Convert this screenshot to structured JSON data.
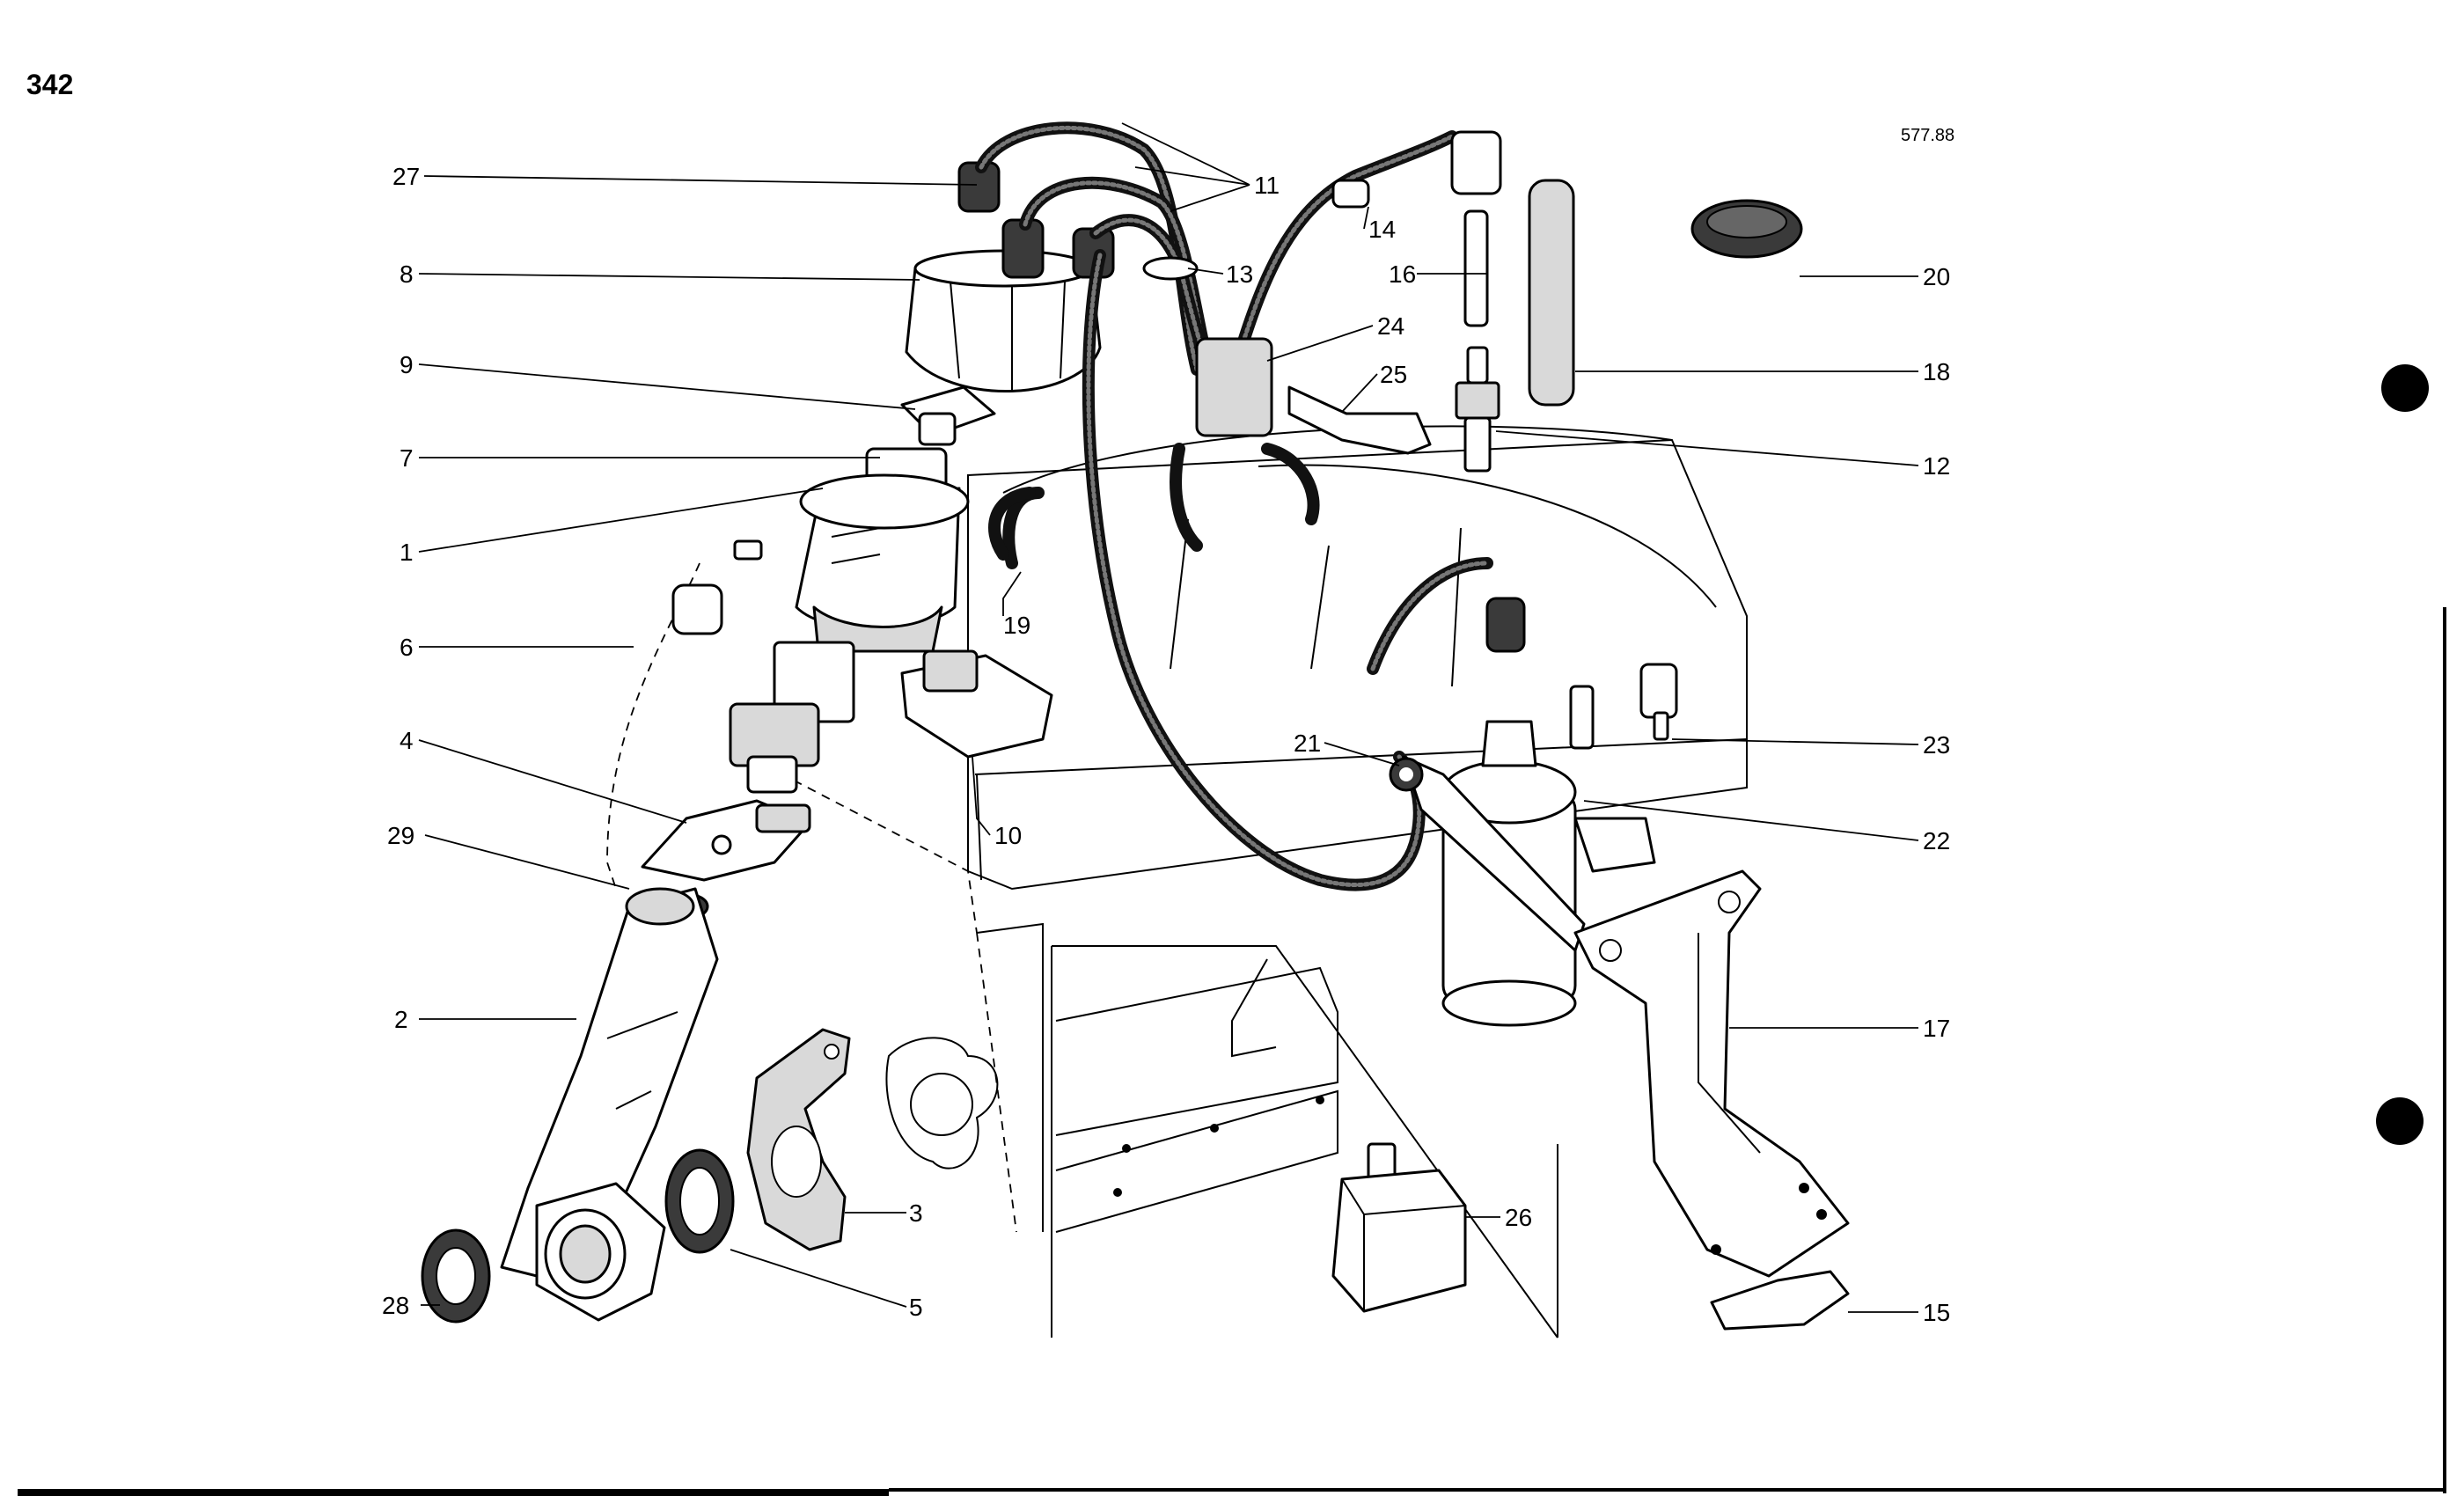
{
  "page_number": "342",
  "reference_code": "577.88",
  "callouts": [
    {
      "id": "27",
      "text": "27"
    },
    {
      "id": "8",
      "text": "8"
    },
    {
      "id": "9",
      "text": "9"
    },
    {
      "id": "7",
      "text": "7"
    },
    {
      "id": "1",
      "text": "1"
    },
    {
      "id": "6",
      "text": "6"
    },
    {
      "id": "4",
      "text": "4"
    },
    {
      "id": "29",
      "text": "29"
    },
    {
      "id": "2",
      "text": "2"
    },
    {
      "id": "28",
      "text": "28"
    },
    {
      "id": "11",
      "text": "11"
    },
    {
      "id": "13",
      "text": "13"
    },
    {
      "id": "14",
      "text": "14"
    },
    {
      "id": "16",
      "text": "16"
    },
    {
      "id": "24",
      "text": "24"
    },
    {
      "id": "25",
      "text": "25"
    },
    {
      "id": "19",
      "text": "19"
    },
    {
      "id": "10",
      "text": "10"
    },
    {
      "id": "21",
      "text": "21"
    },
    {
      "id": "20",
      "text": "20"
    },
    {
      "id": "18",
      "text": "18"
    },
    {
      "id": "12",
      "text": "12"
    },
    {
      "id": "23",
      "text": "23"
    },
    {
      "id": "22",
      "text": "22"
    },
    {
      "id": "17",
      "text": "17"
    },
    {
      "id": "26",
      "text": "26"
    },
    {
      "id": "3",
      "text": "3"
    },
    {
      "id": "5",
      "text": "5"
    },
    {
      "id": "15",
      "text": "15"
    }
  ]
}
